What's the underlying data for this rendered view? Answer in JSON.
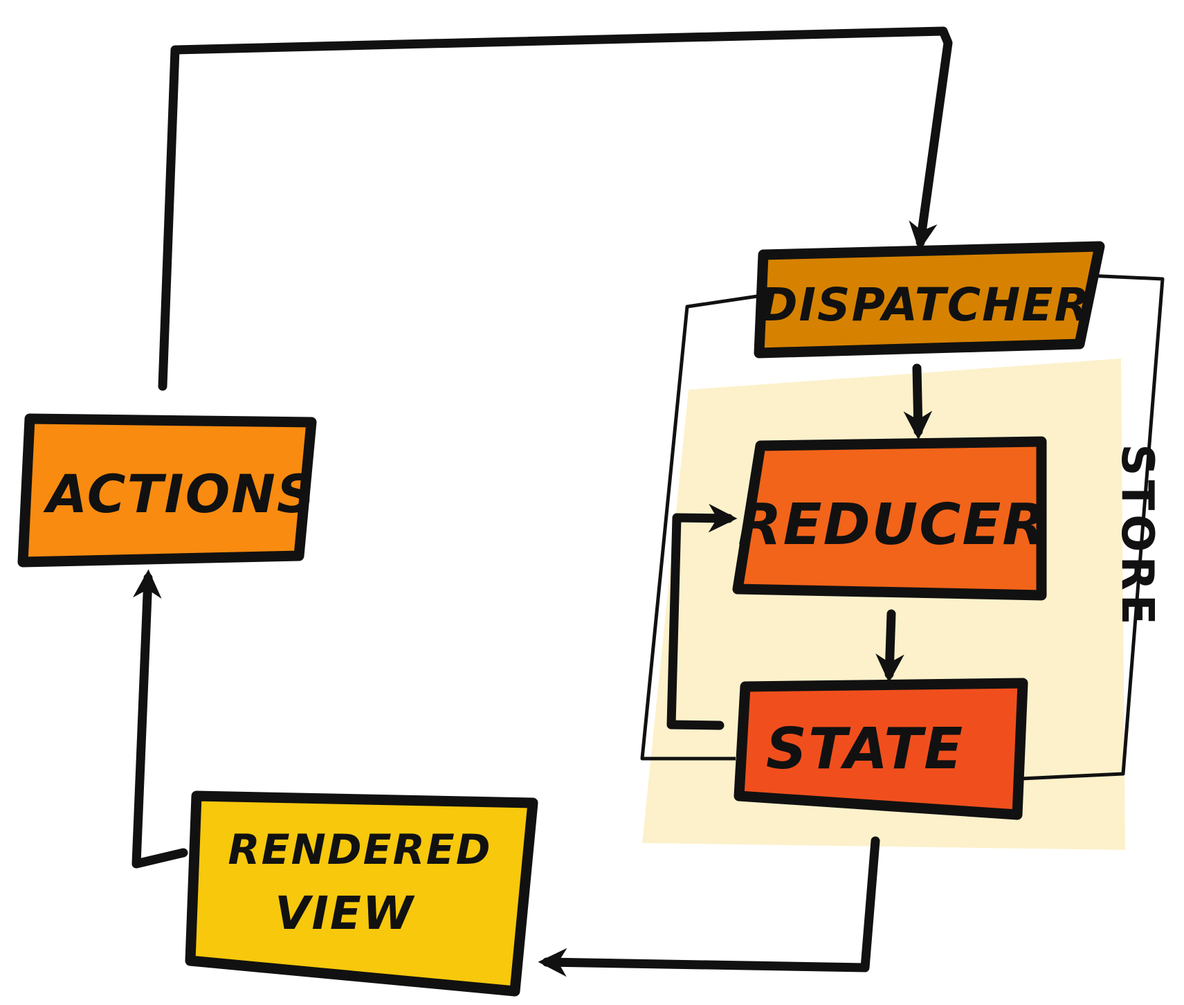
{
  "diagram": {
    "nodes": {
      "actions": {
        "label": "ACTIONS",
        "color": "#F98B10"
      },
      "dispatcher": {
        "label": "DISPATCHER",
        "color": "#D68200"
      },
      "reducer": {
        "label": "REDUCER",
        "color": "#F26419"
      },
      "state": {
        "label": "STATE",
        "color": "#F04F1D"
      },
      "rendered_view": {
        "label_line1": "RENDERED",
        "label_line2": "VIEW",
        "color": "#F7C80C"
      }
    },
    "store": {
      "label": "STORE",
      "fill": "#FDF1CB"
    },
    "stroke_color": "#111111"
  }
}
